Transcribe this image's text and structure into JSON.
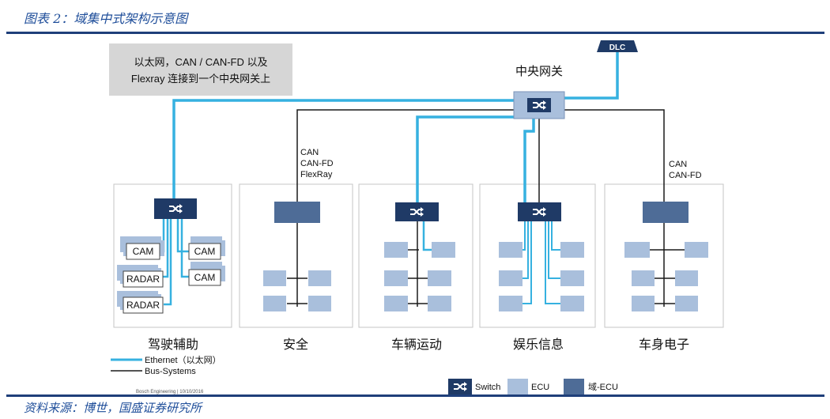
{
  "figure_title": "图表 2：域集中式架构示意图",
  "source": "资料来源：博世，国盛证券研究所",
  "note": {
    "line1": "以太网，CAN / CAN-FD 以及",
    "line2": "Flexray 连接到一个中央网关上"
  },
  "gateway_label": "中央网关",
  "dlc_label": "DLC",
  "bus_labels": {
    "safety": [
      "CAN",
      "CAN-FD",
      "FlexRay"
    ],
    "body": [
      "CAN",
      "CAN-FD"
    ]
  },
  "domains": [
    {
      "id": "adas",
      "label": "驾驶辅助"
    },
    {
      "id": "safety",
      "label": "安全"
    },
    {
      "id": "chassis",
      "label": "车辆运动"
    },
    {
      "id": "infotainment",
      "label": "娱乐信息"
    },
    {
      "id": "body",
      "label": "车身电子"
    }
  ],
  "sensors": [
    "CAM",
    "CAM",
    "CAM",
    "RADAR",
    "RADAR"
  ],
  "legend": {
    "ethernet": "Ethernet（以太网）",
    "bus": "Bus-Systems",
    "switch": "Switch",
    "ecu": "ECU",
    "domain_ecu": "域-ECU"
  },
  "footer_mark": "Bosch Engineering | 10/10/2016",
  "colors": {
    "ethernet": "#36b1e0",
    "bus": "#1a1a1a",
    "ecu": "#a9bfdc",
    "domain_ecu": "#4e6c97",
    "switch": "#1f3a66",
    "rule": "#1f3f7a",
    "title": "#1f4e9a"
  }
}
